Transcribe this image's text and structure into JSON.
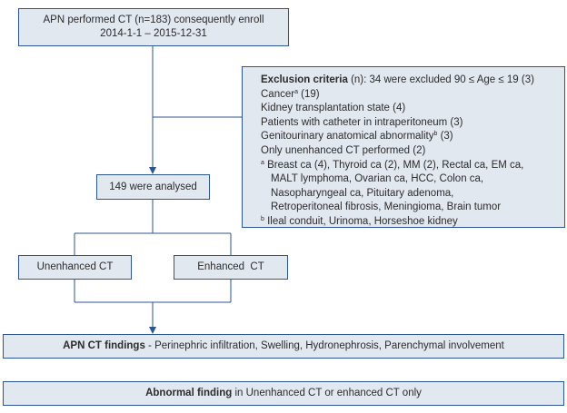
{
  "top_box": {
    "line1": "APN performed CT (n=183) consequently enroll",
    "line2": "2014-1-1 – 2015-12-31"
  },
  "exclusion": {
    "title": "Exclusion criteria",
    "title_rest": " (n): 34 were excluded 90 ≤ Age ≤ 19 (3)",
    "cancer": "Cancer",
    "cancer_sup": "a",
    "cancer_count": " (19)",
    "kidney": "Kidney transplantation state (4)",
    "catheter": "Patients with catheter in intraperitoneum (3)",
    "genito": "Genitourinary anatomical abnormality",
    "genito_sup": "b",
    "genito_count": " (3)",
    "unenhanced_only": "Only unenhanced CT performed (2)",
    "note_a_mark": "a",
    "note_a_1": " Breast ca (4), Thyroid ca (2), MM (2), Rectal ca, EM ca,",
    "note_a_2": "MALT lymphoma, Ovarian ca, HCC, Colon ca,",
    "note_a_3": "Nasopharyngeal ca, Pituitary adenoma,",
    "note_a_4": "Retroperitoneal fibrosis, Meningioma, Brain tumor",
    "note_b_mark": "b",
    "note_b": " Ileal conduit, Urinoma, Horseshoe kidney"
  },
  "analysed": "149 were analysed",
  "unenhanced": "Unenhanced CT",
  "enhanced": "Enhanced  CT",
  "findings": {
    "bold": "APN CT findings",
    "rest": " - Perinephric infiltration, Swelling, Hydronephrosis, Parenchymal involvement"
  },
  "abnormal": {
    "bold": "Abnormal finding",
    "rest": " in Unenhanced CT or enhanced CT only"
  },
  "colors": {
    "box_fill": "#e2e8f0",
    "border": "#2c5592",
    "arrow": "#2c5592"
  }
}
